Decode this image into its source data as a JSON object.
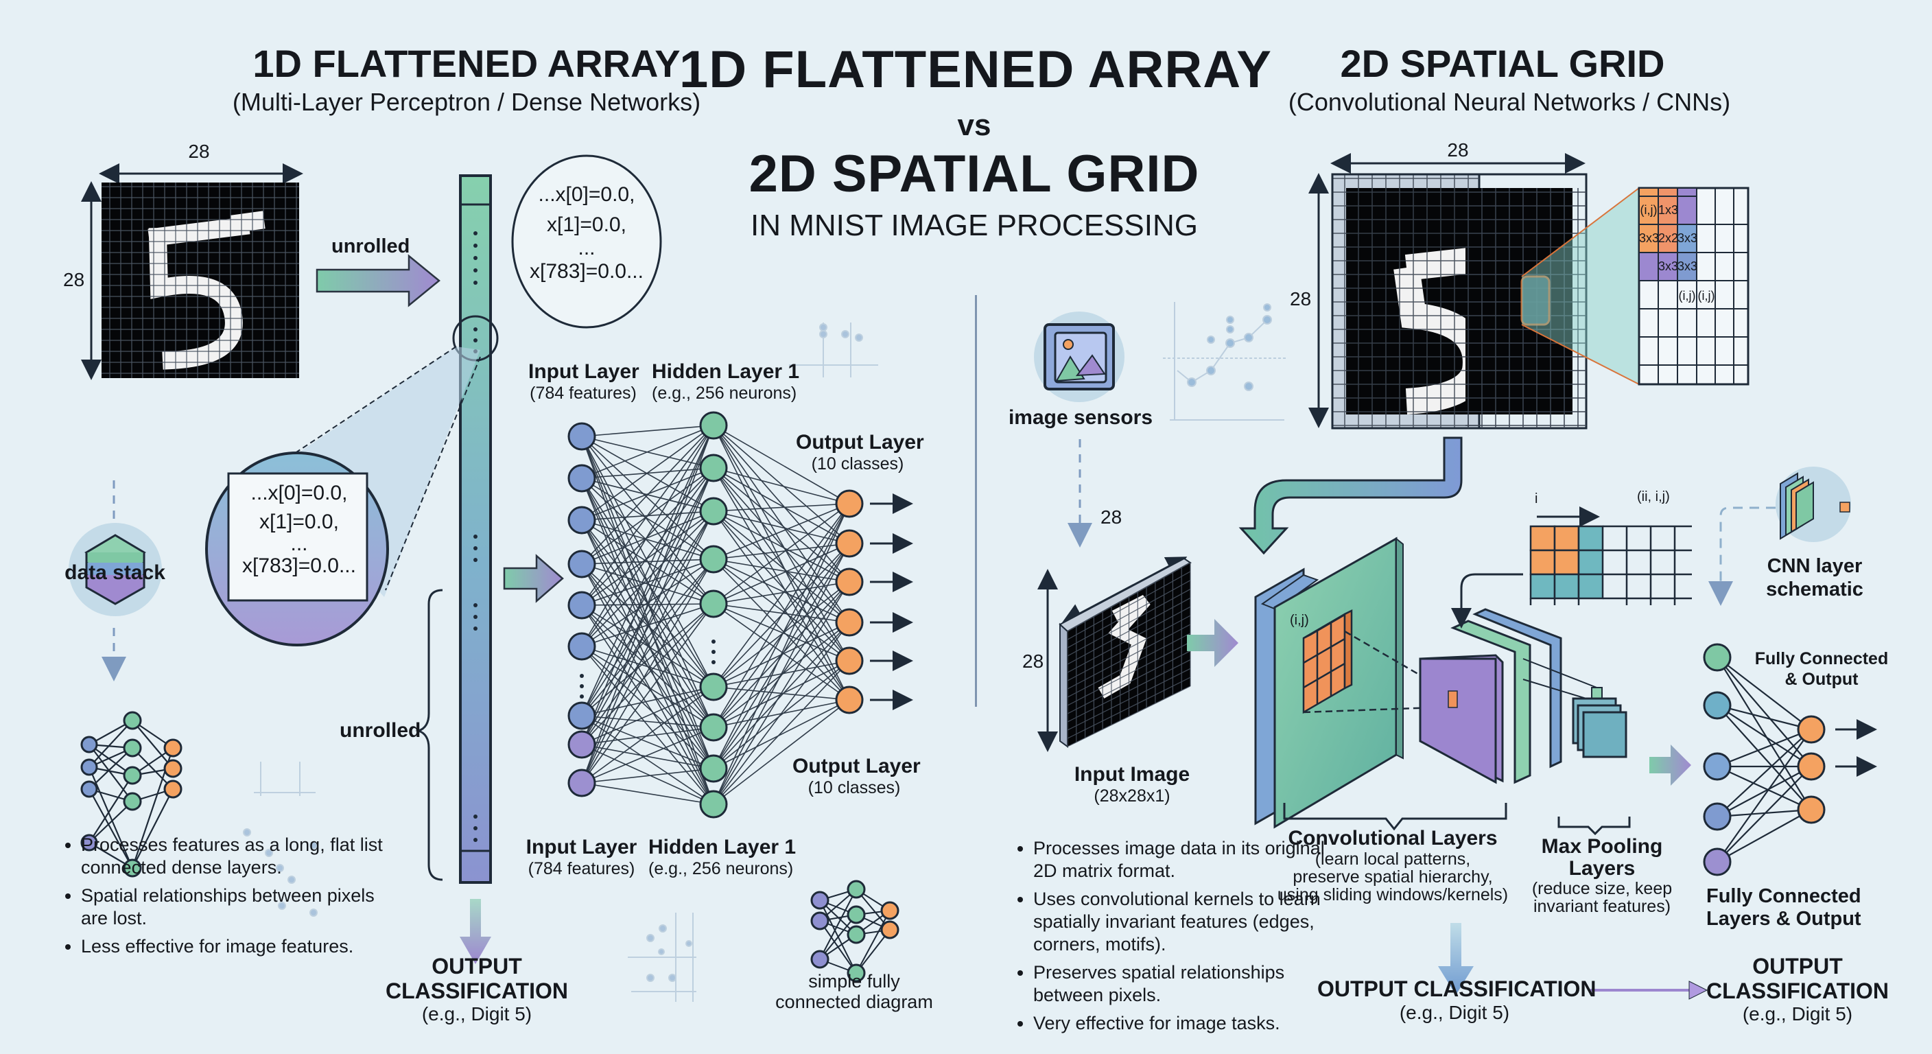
{
  "title": {
    "line1": "1D FLATTENED ARRAY",
    "vs": "vs",
    "line2": "2D SPATIAL GRID",
    "subtitle": "IN MNIST IMAGE PROCESSING"
  },
  "left": {
    "heading": "1D FLATTENED ARRAY",
    "subheading": "(Multi-Layer Perceptron / Dense Networks)",
    "image": {
      "width_label": "28",
      "height_label": "28",
      "digit": "5"
    },
    "unrolled_arrow_label": "unrolled",
    "circle_top": {
      "lines": [
        "...x[0]=0.0,",
        "x[1]=0.0,",
        "...",
        "x[783]=0.0..."
      ]
    },
    "circle_zoom": {
      "lines": [
        "...x[0]=0.0,",
        "x[1]=0.0,",
        "...",
        "x[783]=0.0..."
      ]
    },
    "data_stack_label": "data stack",
    "brace_label": "unrolled",
    "network": {
      "input_label": "Input Layer",
      "input_sub": "(784 features)",
      "hidden_label": "Hidden Layer 1",
      "hidden_sub": "(e.g., 256 neurons)",
      "output_label": "Output Layer",
      "output_sub": "(10 classes)"
    },
    "network_bottom_labels": {
      "input_label": "Input Layer",
      "input_sub": "(784 features)",
      "hidden_label": "Hidden Layer 1",
      "hidden_sub": "(e.g., 256 neurons)",
      "output_label": "Output Layer",
      "output_sub": "(10 classes)"
    },
    "simple_diagram_label_1": "simple fully",
    "simple_diagram_label_2": "connected diagram",
    "bullets": [
      "Processes features as a long, flat list connected dense layers.",
      "Spatial relationships between pixels are lost.",
      "Less effective for image features."
    ],
    "output": {
      "line1": "OUTPUT",
      "line2": "CLASSIFICATION",
      "sub": "(e.g., Digit 5)"
    }
  },
  "right": {
    "heading": "2D SPATIAL GRID",
    "subheading": "(Convolutional Neural Networks / CNNs)",
    "image": {
      "width_label": "28",
      "height_label": "28",
      "digit": "5"
    },
    "kernel_grid": {
      "cells": [
        [
          "(i,j)",
          "1x3",
          ""
        ],
        [
          "3x3",
          "2x2",
          "3x3"
        ],
        [
          "",
          "3x3",
          "3x3"
        ]
      ],
      "row4": [
        "(i,j)",
        "(i,j)"
      ]
    },
    "image_sensors_label": "image sensors",
    "input_image": {
      "width_label": "28",
      "height_label": "28",
      "label": "Input Image",
      "sub": "(28x28x1)"
    },
    "kernel_coord_label": "(i,j)",
    "pool_grid": {
      "i_label": "i",
      "coord_label": "(ii, i,j)"
    },
    "cnn_schematic_label_1": "CNN layer",
    "cnn_schematic_label_2": "schematic",
    "fc_top_label_1": "Fully Connected",
    "fc_top_label_2": "& Output",
    "conv_label": "Convolutional Layers",
    "conv_sub": [
      "(learn local patterns,",
      "preserve spatial hierarchy,",
      "using sliding windows/kernels)"
    ],
    "pool_label_1": "Max Pooling",
    "pool_label_2": "Layers",
    "pool_sub": [
      "(reduce size, keep",
      "invariant features)"
    ],
    "fc_label_1": "Fully Connected",
    "fc_label_2": "Layers & Output",
    "bullets": [
      "Processes image data in its original 2D matrix format.",
      "Uses convolutional kernels to learn spatially invariant features (edges, corners, motifs).",
      "Preserves spatial relationships between pixels.",
      "Very effective for image tasks."
    ],
    "output_mid": {
      "line1": "OUTPUT CLASSIFICATION",
      "sub": "(e.g., Digit 5)"
    },
    "output_right": {
      "line1": "OUTPUT",
      "line2": "CLASSIFICATION",
      "sub": "(e.g., Digit 5)"
    }
  },
  "colors": {
    "background": "#e6f0f5",
    "input_node": "#7f9bd0",
    "hidden_node": "#7fc8a4",
    "output_node": "#f4a261",
    "purple": "#a08ad0",
    "teal": "#6fbfae",
    "blue": "#7fa6d6",
    "orange": "#f0a070",
    "ink": "#15181d"
  }
}
